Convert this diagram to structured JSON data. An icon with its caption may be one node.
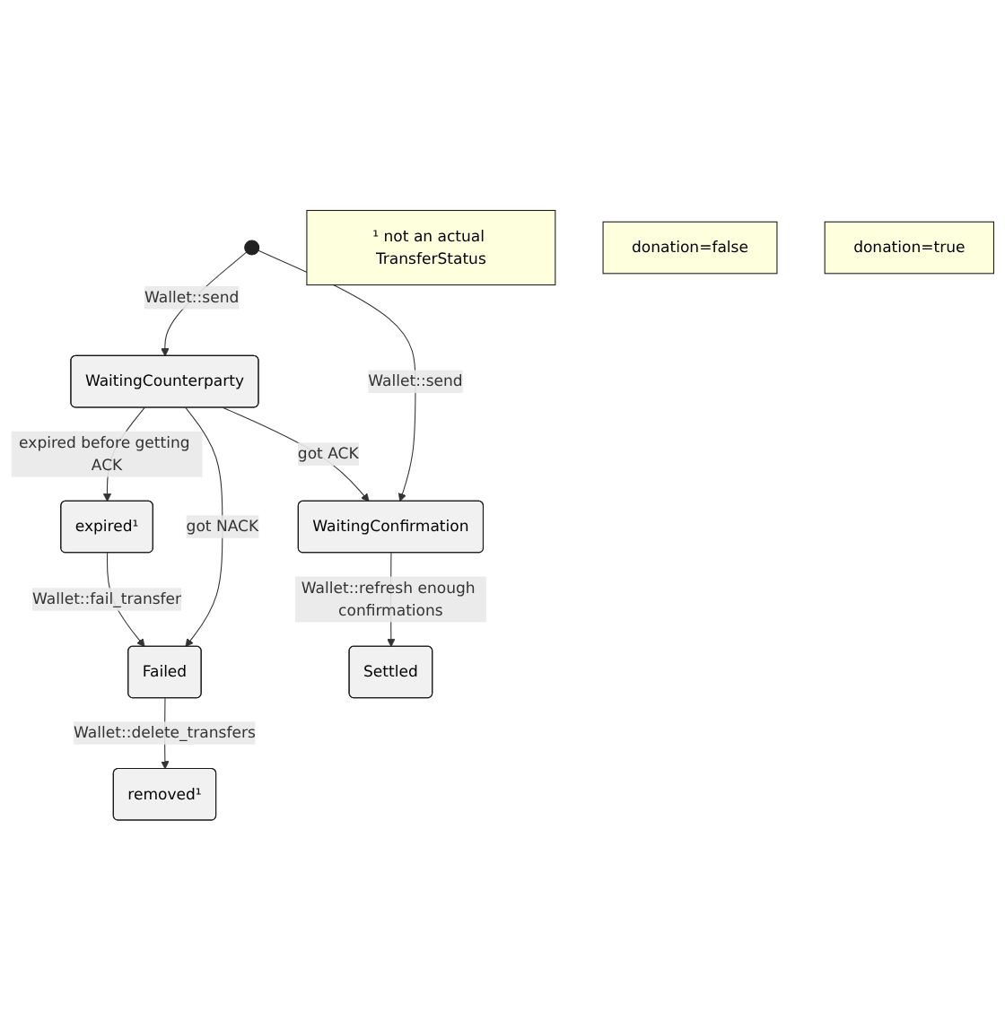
{
  "diagram": {
    "nodes": [
      {
        "text": [],
        "shape": "circle"
      },
      {
        "text": [
          "WaitingCounterparty"
        ]
      },
      {
        "text": [
          "WaitingConfirmation"
        ]
      },
      {
        "text": [
          "expired¹"
        ]
      },
      {
        "text": [
          "Failed"
        ]
      },
      {
        "text": [
          "Settled"
        ]
      },
      {
        "text": [
          "removed¹"
        ]
      },
      {
        "text": [
          "¹ not an actual TransferStatus"
        ]
      },
      {
        "text": [
          "donation=false"
        ]
      },
      {
        "text": [
          "donation=true"
        ]
      }
    ],
    "edges": [
      {
        "from": 0,
        "to": 1,
        "arrow": "to",
        "label": "Wallet::send"
      },
      {
        "from": 0,
        "to": 2,
        "arrow": "to",
        "label": "Wallet::send"
      },
      {
        "from": 1,
        "to": 3,
        "arrow": "to",
        "label": "expired before getting ACK"
      },
      {
        "from": 1,
        "to": 4,
        "arrow": "to",
        "label": "got NACK"
      },
      {
        "from": 1,
        "to": 2,
        "arrow": "to",
        "label": "got ACK"
      },
      {
        "from": 3,
        "to": 4,
        "arrow": "to",
        "label": "Wallet::fail_transfer"
      },
      {
        "from": 2,
        "to": 5,
        "arrow": "to",
        "label": "Wallet::refresh enough confirmations"
      },
      {
        "from": 4,
        "to": 6,
        "arrow": "to",
        "label": "Wallet::delete_transfers"
      }
    ]
  }
}
